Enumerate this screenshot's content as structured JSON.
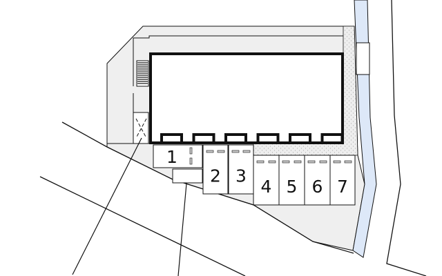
{
  "colors": {
    "lot": "#efefef",
    "water": "#dde8f8",
    "line": "#111111",
    "stipple": "#eeeeee"
  },
  "parking": {
    "spaces": [
      {
        "label": "1"
      },
      {
        "label": "2"
      },
      {
        "label": "3"
      },
      {
        "label": "4"
      },
      {
        "label": "5"
      },
      {
        "label": "6"
      },
      {
        "label": "7"
      }
    ]
  }
}
